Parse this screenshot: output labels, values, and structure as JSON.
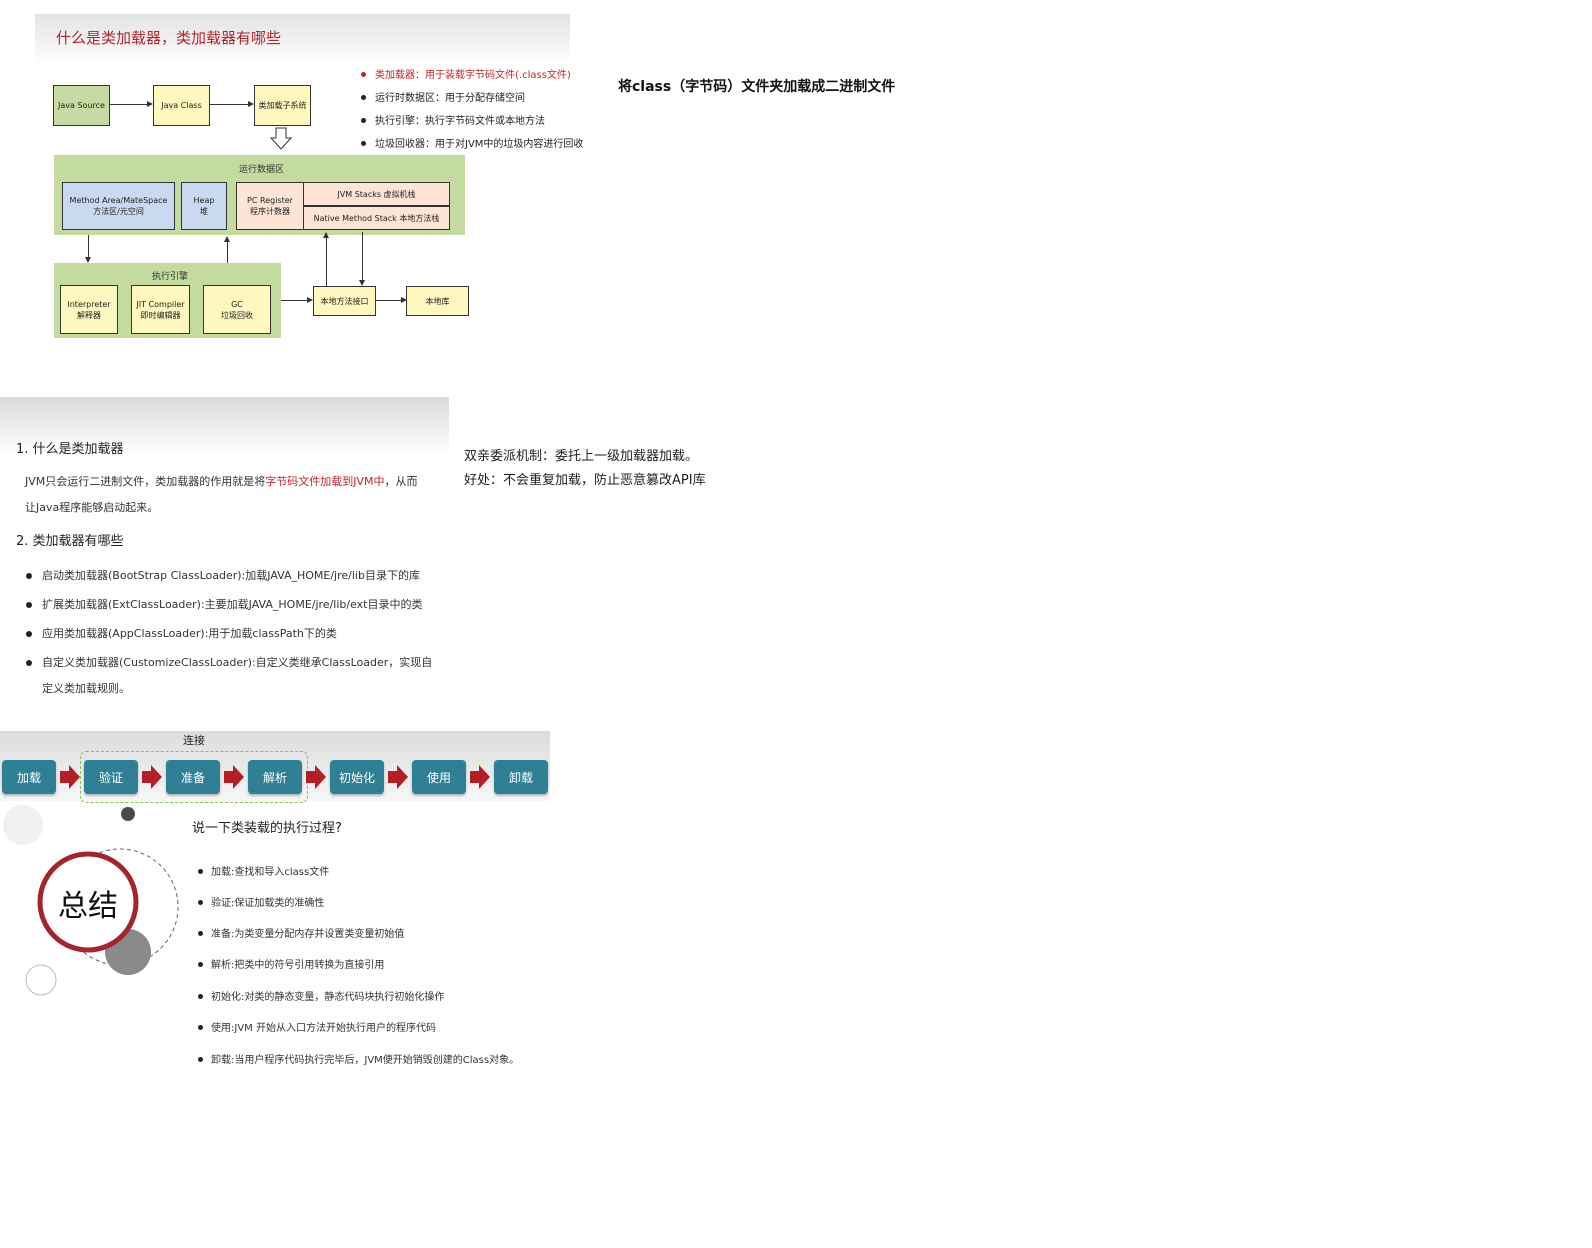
{
  "slide1": {
    "title": "什么是类加载器，类加载器有哪些",
    "boxes": {
      "java_source": "Java Source",
      "java_class": "Java Class",
      "class_loader_subsystem": "类加载子系统"
    },
    "runtime_area": {
      "label": "运行数据区",
      "method_area": [
        "Method Area/MateSpace",
        "方法区/元空间"
      ],
      "heap": [
        "Heap",
        "堆"
      ],
      "pc_register": [
        "PC Register",
        "程序计数器"
      ],
      "jvm_stacks": "JVM Stacks 虚拟机栈",
      "native_stack": "Native Method Stack 本地方法栈"
    },
    "engine": {
      "label": "执行引擎",
      "interpreter": [
        "Interpreter",
        "解释器"
      ],
      "jit": [
        "JIT Compiler",
        "即时编辑器"
      ],
      "gc": [
        "GC",
        "垃圾回收"
      ]
    },
    "native_interface": "本地方法接口",
    "native_library": "本地库",
    "bullets": [
      "类加载器：用于装载字节码文件(.class文件)",
      "运行时数据区：用于分配存储空间",
      "执行引擎：执行字节码文件或本地方法",
      "垃圾回收器：用于对JVM中的垃圾内容进行回收"
    ]
  },
  "notes": {
    "note1": "将class（字节码）文件夹加载成二进制文件",
    "note2": "双亲委派机制：委托上一级加载器加载。",
    "note3": "好处：不会重复加载，防止恶意篡改API库"
  },
  "slide2": {
    "heading1": "1.  什么是类加载器",
    "para_line1_a": "JVM只会运行二进制文件，类加载器的作用就是将",
    "para_line1_hl": "字节码文件加载到JVM中",
    "para_line1_b": "，从而",
    "para_line2": "让Java程序能够启动起来。",
    "heading2": "2.  类加载器有哪些",
    "bullets": [
      "启动类加载器(BootStrap ClassLoader):加载JAVA_HOME/jre/lib目录下的库",
      "扩展类加载器(ExtClassLoader):主要加载JAVA_HOME/jre/lib/ext目录中的类",
      "应用类加载器(AppClassLoader):用于加载classPath下的类",
      "自定义类加载器(CustomizeClassLoader):自定义类继承ClassLoader，实现自",
      "定义类加载规则。"
    ]
  },
  "slide3": {
    "link_label": "连接",
    "steps": [
      "加载",
      "验证",
      "准备",
      "解析",
      "初始化",
      "使用",
      "卸载"
    ],
    "summary": "总结",
    "question": "说一下类装载的执行过程?",
    "bullets": [
      "加载:查找和导入class文件",
      "验证:保证加载类的准确性",
      "准备:为类变量分配内存并设置类变量初始值",
      "解析:把类中的符号引用转换为直接引用",
      "初始化:对类的静态变量，静态代码块执行初始化操作",
      "使用:JVM 开始从入口方法开始执行用户的程序代码",
      "卸载:当用户程序代码执行完毕后，JVM便开始销毁创建的Class对象。"
    ]
  }
}
